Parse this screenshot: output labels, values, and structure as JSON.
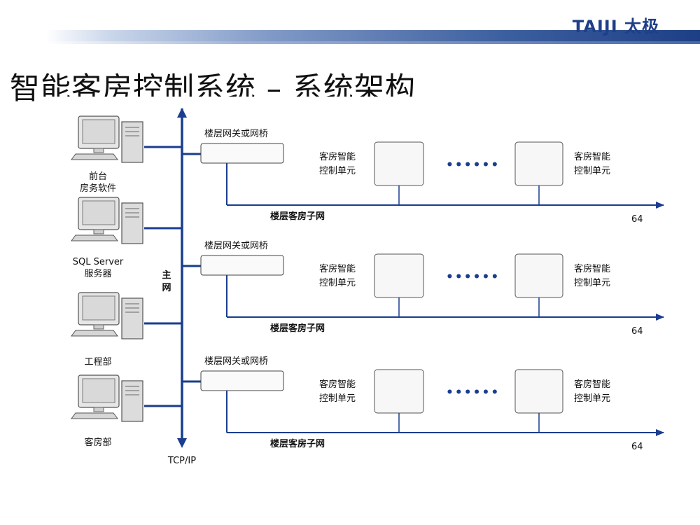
{
  "header": {
    "logo_text": "TAIJI 太极",
    "accent_color": "#1e3f8a"
  },
  "title": "智能客房控制系统 – 系统架构",
  "diagram": {
    "main_net": {
      "label_line1": "主",
      "label_line2": "网",
      "protocol": "TCP/IP",
      "line_color": "#1a3d8f"
    },
    "computers": [
      {
        "label_lines": [
          "前台",
          "房务软件"
        ]
      },
      {
        "label_lines": [
          "SQL Server",
          "服务器"
        ]
      },
      {
        "label_lines": [
          "工程部"
        ]
      },
      {
        "label_lines": [
          "客房部"
        ]
      }
    ],
    "floors": [
      {
        "gateway_label": "楼层网关或网桥",
        "network_label": "楼层客房子网",
        "count": "64",
        "unit_left_lines": [
          "客房智能",
          "控制单元"
        ],
        "unit_right_lines": [
          "客房智能",
          "控制单元"
        ],
        "ellipsis": "••••••"
      },
      {
        "gateway_label": "楼层网关或网桥",
        "network_label": "楼层客房子网",
        "count": "64",
        "unit_left_lines": [
          "客房智能",
          "控制单元"
        ],
        "unit_right_lines": [
          "客房智能",
          "控制单元"
        ],
        "ellipsis": "••••••"
      },
      {
        "gateway_label": "楼层网关或网桥",
        "network_label": "楼层客房子网",
        "count": "64",
        "unit_left_lines": [
          "客房智能",
          "控制单元"
        ],
        "unit_right_lines": [
          "客房智能",
          "控制单元"
        ],
        "ellipsis": "••••••"
      }
    ]
  }
}
